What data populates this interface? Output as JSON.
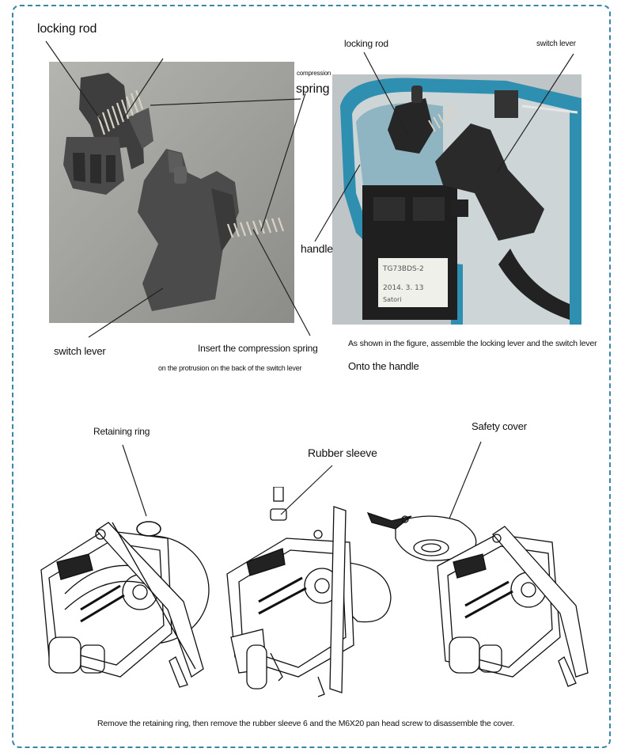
{
  "top_left": {
    "locking_rod": "locking rod",
    "compression": "compression",
    "spring": "spring",
    "switch_lever": "switch lever",
    "insert_line1": "Insert the compression spring",
    "insert_line2": "on the protrusion on the back of the switch lever"
  },
  "top_right": {
    "locking_rod": "locking rod",
    "switch_lever": "switch lever",
    "handle": "handle",
    "assemble_line1": "As shown in the figure, assemble the locking lever and the switch lever",
    "assemble_line2": "Onto the handle",
    "sticker_line1": "TG73BDS-2",
    "sticker_line2": "2014. 3. 13",
    "sticker_line3": "Satori"
  },
  "bottom": {
    "retaining_ring": "Retaining ring",
    "rubber_sleeve": "Rubber sleeve",
    "safety_cover": "Safety cover",
    "caption": "Remove the retaining ring, then remove the rubber sleeve 6 and the M6X20 pan head screw to disassemble the cover."
  },
  "colors": {
    "frame_border": "#3a86a6",
    "housing_blue": "#2f8fb0",
    "photo_gray": "#9a9a96",
    "part_dark": "#3c3c3c"
  }
}
